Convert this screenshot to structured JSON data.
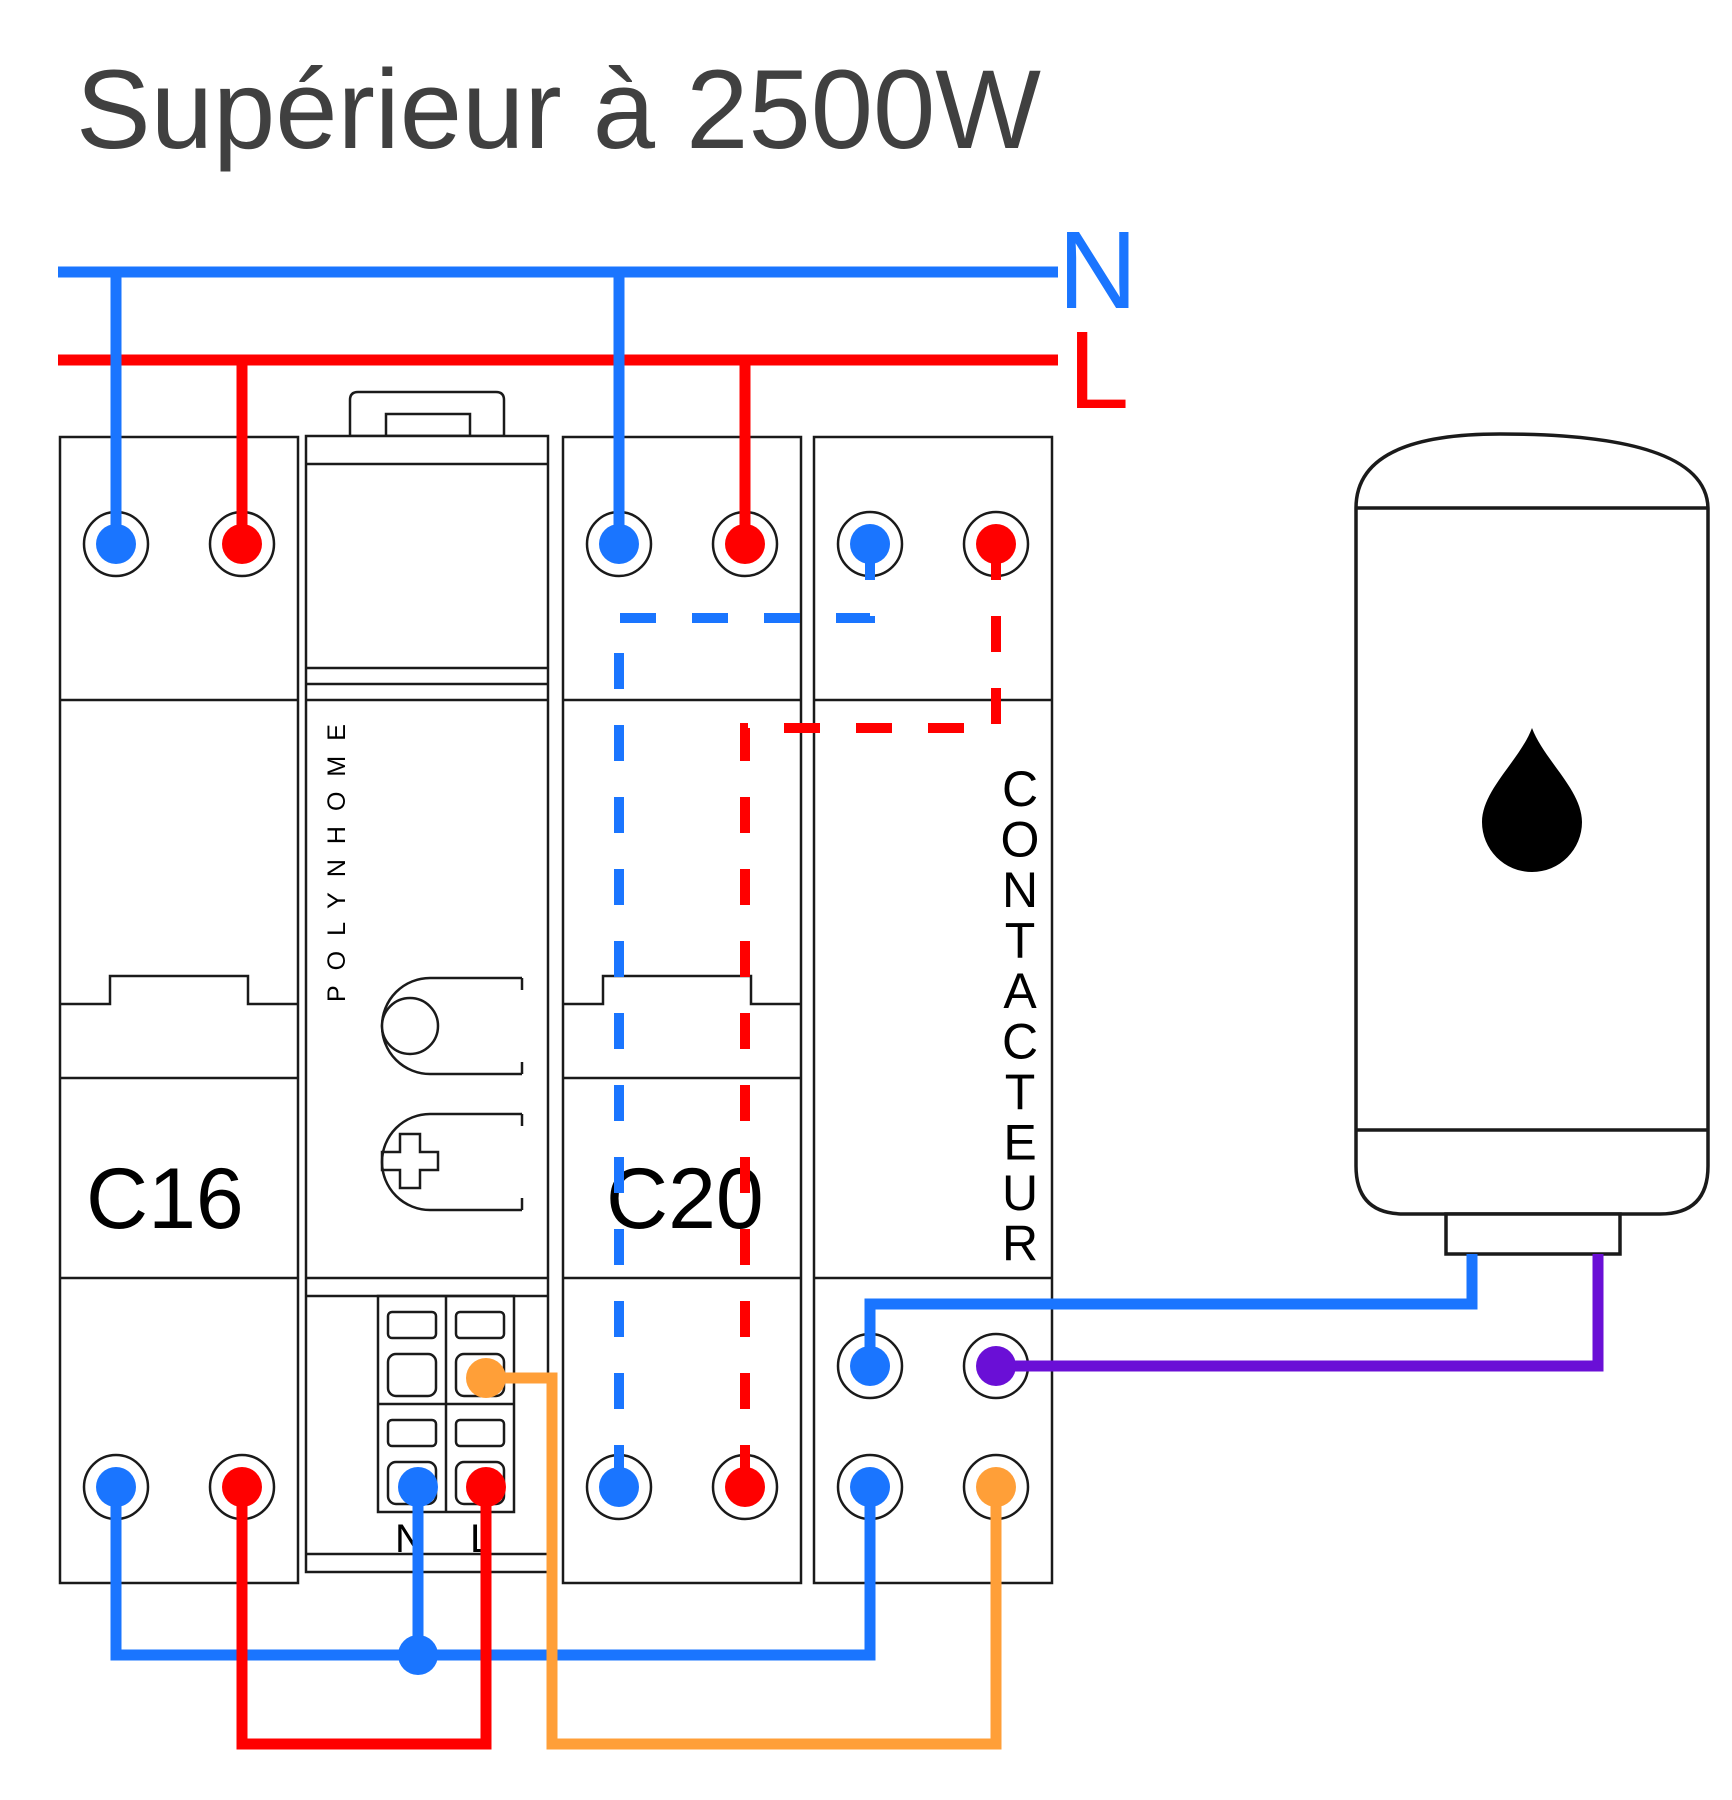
{
  "title": "Supérieur à 2500W",
  "bus": {
    "neutral_label": "N",
    "live_label": "L"
  },
  "modules": {
    "breaker_1": {
      "rating": "C16"
    },
    "polynhome": {
      "brand": "POLYNHOME",
      "terminal_n": "N",
      "terminal_l": "L"
    },
    "breaker_2": {
      "rating": "C20"
    },
    "contactor": {
      "label": "CONTACTEUR"
    }
  },
  "colors": {
    "neutral": "#1a75ff",
    "live": "#ff0000",
    "control": "#ff9f38",
    "load": "#6a0fd6",
    "text": "#404040"
  },
  "icons": {
    "water_heater": "water-heater-icon",
    "water_drop": "water-drop-icon"
  }
}
